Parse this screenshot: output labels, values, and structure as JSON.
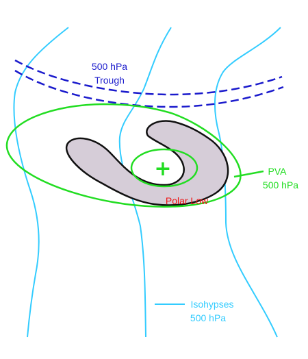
{
  "labels": {
    "trough_line1": "500 hPa",
    "trough_line2": "Trough",
    "pva_line1": "PVA",
    "pva_line2": "500 hPa",
    "polar_low": "Polar Low",
    "isohypses_line1": "Isohypses",
    "isohypses_line2": "500 hPa",
    "center_marker": "+"
  },
  "colors": {
    "isohypse": "#33ccff",
    "trough": "#1a1acc",
    "pva": "#22dd22",
    "cloud_fill": "#d6cdd8",
    "cloud_outline": "#111111",
    "polar_low_text": "#ee1111",
    "background": "#ffffff"
  }
}
